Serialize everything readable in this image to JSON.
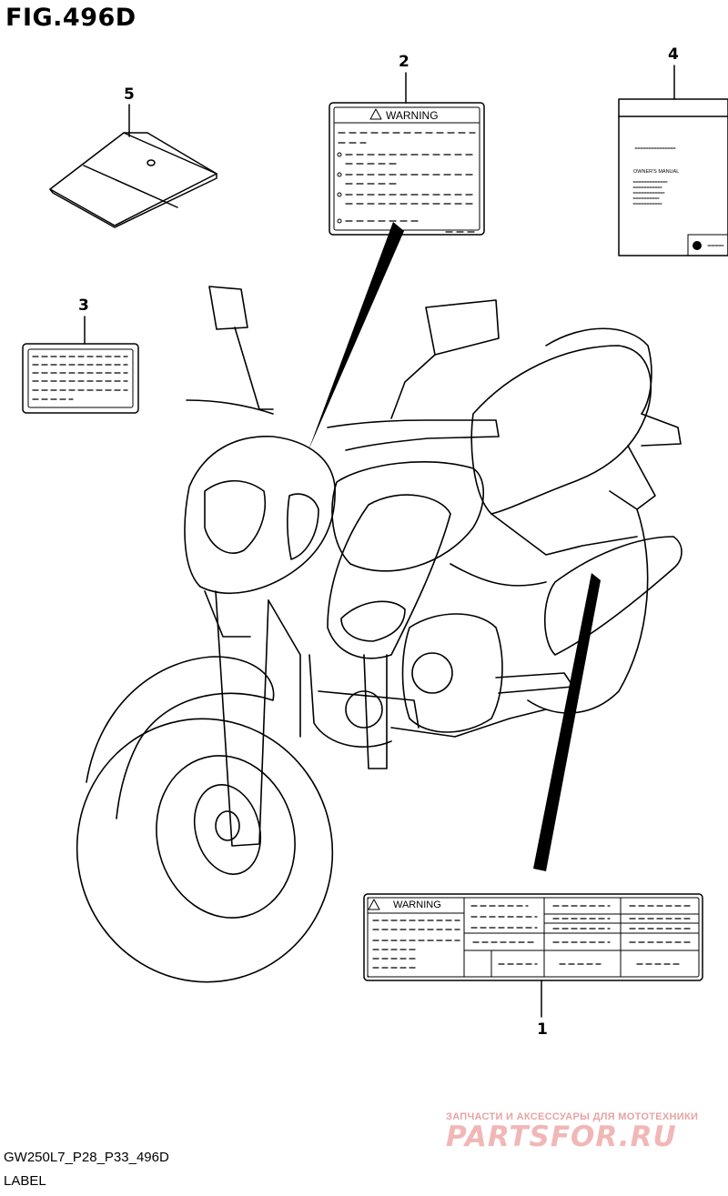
{
  "figure": {
    "title": "FIG.496D",
    "model_code": "GW250L7_P28_P33_496D",
    "section_name": "LABEL"
  },
  "callouts": [
    "1",
    "2",
    "3",
    "4",
    "5"
  ],
  "labels": {
    "warning_text": "WARNING",
    "manual_title": "OWNER'S MANUAL"
  },
  "watermark": {
    "tagline": "ЗАПЧАСТИ И АКСЕССУАРЫ ДЛЯ МОТОТЕХНИКИ",
    "brand": "PARTSFOR.RU",
    "color": "#f1b7b7"
  }
}
